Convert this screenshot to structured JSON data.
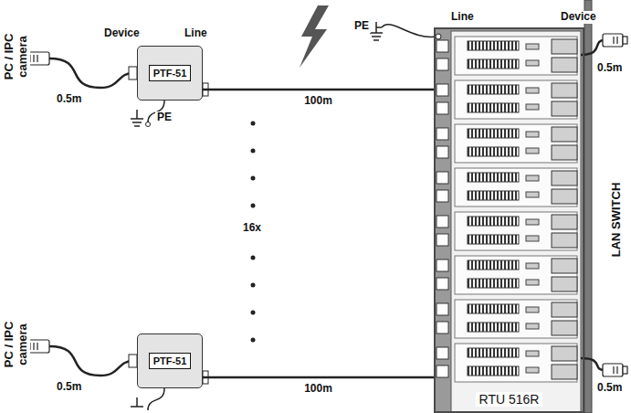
{
  "diagram": {
    "nodes": [
      {
        "text": [
          "PTF-51"
        ]
      },
      {
        "text": [
          "PTF-51"
        ]
      },
      {
        "text": [
          "RTU 516R"
        ]
      }
    ],
    "edges": [
      {
        "from": 0,
        "to": 2,
        "arrow": "none",
        "label": "100m"
      },
      {
        "from": 1,
        "to": 2,
        "arrow": "none",
        "label": "100m"
      }
    ],
    "labels": [
      "PC / IPC camera",
      "Device",
      "Line",
      "0.5m",
      "PE",
      "PE",
      "Line",
      "Device",
      "0.5m",
      "16x",
      "LAN SWITCH",
      "PC / IPC camera",
      "0.5m",
      "0.5m"
    ]
  }
}
